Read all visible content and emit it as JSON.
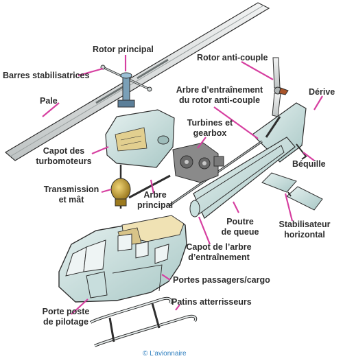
{
  "labels": {
    "rotor_principal": "Rotor principal",
    "barres_stabilisatrices": "Barres stabilisatrices",
    "pale": "Pale",
    "rotor_anti_couple": "Rotor anti-couple",
    "arbre_rotor_anti_couple_1": "Arbre d’entraînement",
    "arbre_rotor_anti_couple_2": "du rotor anti-couple",
    "derive": "Dérive",
    "turbines_1": "Turbines et",
    "turbines_2": "gearbox",
    "capot_turbomoteurs_1": "Capot des",
    "capot_turbomoteurs_2": "turbomoteurs",
    "bequille": "Béquille",
    "transmission_1": "Transmission",
    "transmission_2": "et mât",
    "arbre_principal_1": "Arbre",
    "arbre_principal_2": "principal",
    "poutre_1": "Poutre",
    "poutre_2": "de queue",
    "stabilisateur_1": "Stabilisateur",
    "stabilisateur_2": "horizontal",
    "capot_arbre_1": "Capot de l’arbre",
    "capot_arbre_2": "d’entraînement",
    "portes_passagers": "Portes passagers/cargo",
    "patins": "Patins atterrisseurs",
    "porte_poste_1": "Porte poste",
    "porte_poste_2": "de pilotage"
  },
  "credit": "© L’avionnaire",
  "colors": {
    "leader": "#d63fa0",
    "outline": "#2e2e2e",
    "body": "#d6e8e6",
    "body_shade": "#b3cfcd",
    "blade": "#dfe2e2",
    "cream": "#f0e2b4",
    "transmission": "#c9a33a",
    "engine": "#8a8a8a"
  }
}
